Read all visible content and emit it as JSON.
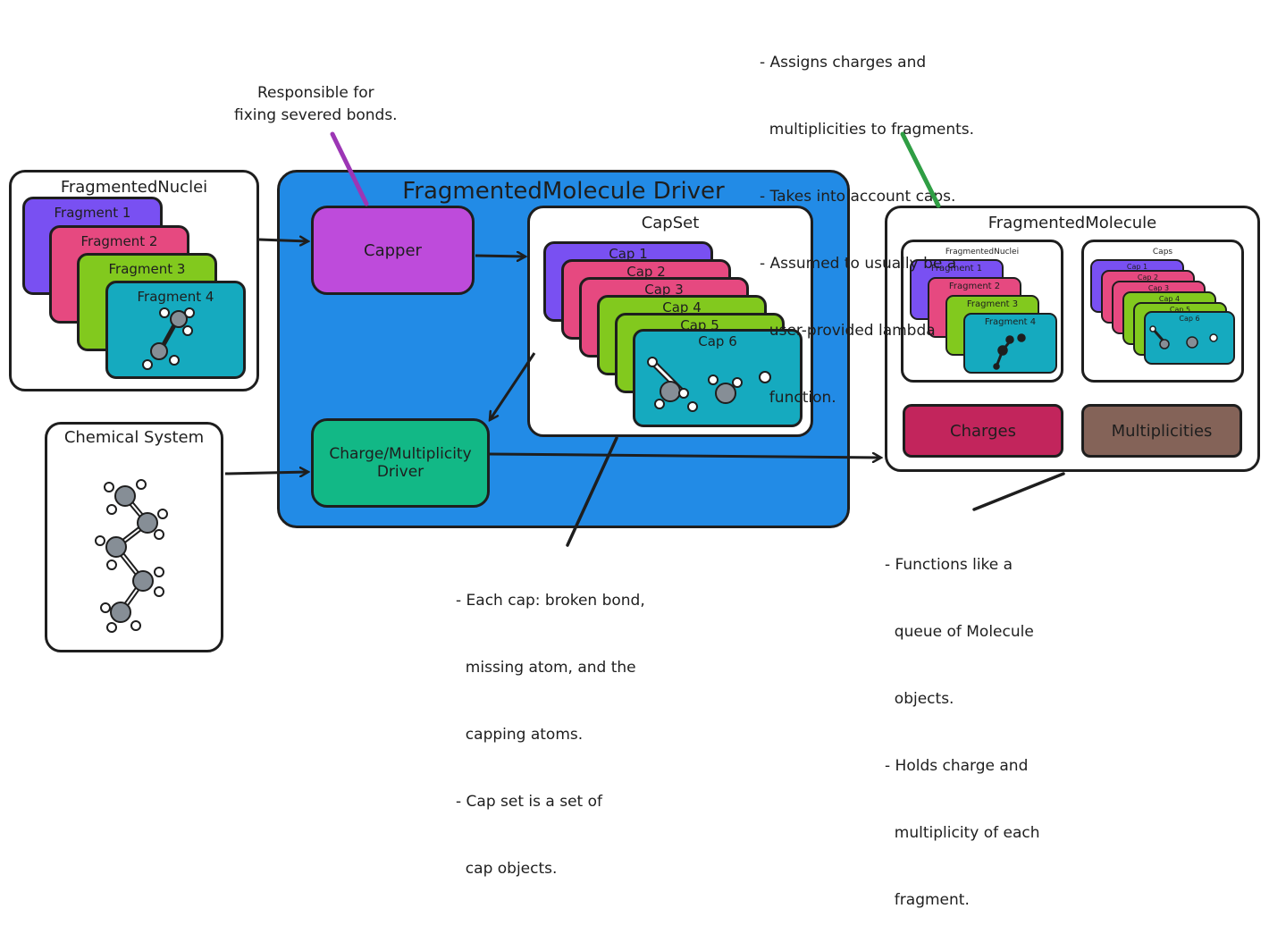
{
  "driver": {
    "title": "FragmentedMolecule Driver"
  },
  "capper": {
    "label": "Capper",
    "note": [
      "Responsible for",
      "fixing severed bonds."
    ]
  },
  "cmd": {
    "label_line1": "Charge/Multiplicity",
    "label_line2": "Driver"
  },
  "fragmented_nuclei": {
    "title": "FragmentedNuclei",
    "fragments": [
      "Fragment 1",
      "Fragment 2",
      "Fragment 3",
      "Fragment 4"
    ]
  },
  "chemical_system": {
    "title": "Chemical System"
  },
  "capset": {
    "title": "CapSet",
    "caps": [
      "Cap 1",
      "Cap 2",
      "Cap 3",
      "Cap 4",
      "Cap 5",
      "Cap 6"
    ],
    "notes": [
      "- Each cap: broken bond,",
      "  missing atom, and the",
      "  capping atoms.",
      "- Cap set is a set of",
      "  cap objects."
    ]
  },
  "fragmented_molecule": {
    "title": "FragmentedMolecule",
    "nuclei_title": "FragmentedNuclei",
    "caps_title": "Caps",
    "fragments": [
      "Fragment 1",
      "Fragment 2",
      "Fragment 3",
      "Fragment 4"
    ],
    "caps": [
      "Cap 1",
      "Cap 2",
      "Cap 3",
      "Cap 4",
      "Cap 5",
      "Cap 6"
    ],
    "charges": "Charges",
    "multiplicities": "Multiplicities",
    "notes": [
      "- Functions like a",
      "  queue of Molecule",
      "  objects.",
      "- Holds charge and",
      "  multiplicity of each",
      "  fragment."
    ]
  },
  "cm_notes": [
    "- Assigns charges and",
    "  multiplicities to fragments.",
    "- Takes into account caps.",
    "- Assumed to usually be a",
    "  user-provided lambda",
    "  function."
  ],
  "colors": {
    "driver_bg": "#228be6",
    "capper": "#be4bdb",
    "cmd": "#12b886",
    "purple": "#7950f2",
    "pink": "#e64980",
    "green": "#82c91e",
    "teal": "#15aabf",
    "charges": "#c2255c",
    "multiplicities": "#846358",
    "callout_purple": "#9c36b5",
    "callout_green": "#2f9e44"
  }
}
